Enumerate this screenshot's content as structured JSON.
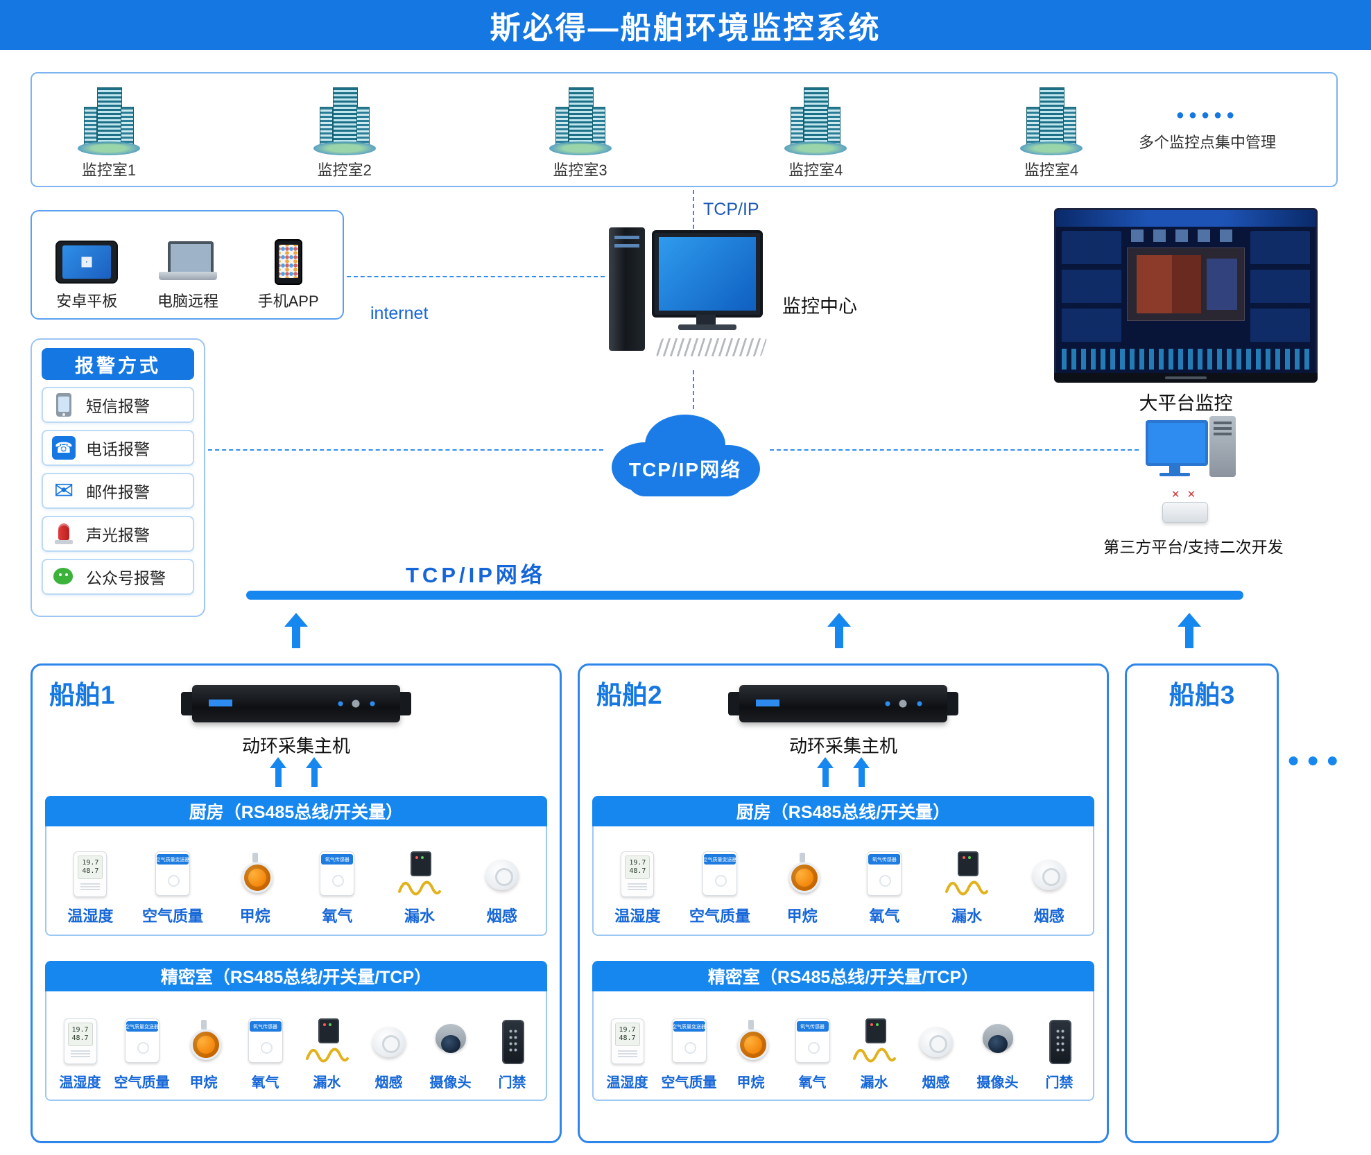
{
  "title": "斯必得—船舶环境监控系统",
  "colors": {
    "primary_blue": "#1577e1",
    "bright_blue": "#1787f0",
    "label_blue": "#1566d8",
    "cloud_blue": "#1b7ce8"
  },
  "monitor_rooms": {
    "buildings": [
      {
        "label": "监控室1"
      },
      {
        "label": "监控室2"
      },
      {
        "label": "监控室3"
      },
      {
        "label": "监控室4"
      },
      {
        "label": "监控室4"
      }
    ],
    "dots": "●●●●●",
    "note": "多个监控点集中管理"
  },
  "clients": {
    "items": [
      {
        "label": "安卓平板",
        "icon": "tablet-icon"
      },
      {
        "label": "电脑远程",
        "icon": "laptop-icon"
      },
      {
        "label": "手机APP",
        "icon": "phone-icon"
      }
    ]
  },
  "labels": {
    "tcpip": "TCP/IP",
    "internet": "internet",
    "monitor_center": "监控中心",
    "big_platform": "大平台监控",
    "cloud": "TCP/IP网络",
    "bus": "TCP/IP网络",
    "third_party": "第三方平台/支持二次开发"
  },
  "alarm_panel": {
    "header": "报警方式",
    "items": [
      {
        "label": "短信报警",
        "icon": "sms-alarm-icon"
      },
      {
        "label": "电话报警",
        "icon": "phone-alarm-icon"
      },
      {
        "label": "邮件报警",
        "icon": "mail-alarm-icon"
      },
      {
        "label": "声光报警",
        "icon": "sound-light-alarm-icon"
      },
      {
        "label": "公众号报警",
        "icon": "wechat-alarm-icon"
      }
    ]
  },
  "icons": {
    "temp_lcd_line1": "19.7",
    "temp_lcd_line2": "48.7"
  },
  "ships": [
    {
      "name": "船舶1",
      "host_label": "动环采集主机",
      "kitchen": {
        "title": "厨房（RS485总线/开关量）",
        "sensors": [
          {
            "label": "温湿度",
            "icon": "temp-humidity-icon"
          },
          {
            "label": "空气质量",
            "icon": "air-quality-icon",
            "band": "空气质量变送器"
          },
          {
            "label": "甲烷",
            "icon": "methane-icon"
          },
          {
            "label": "氧气",
            "icon": "oxygen-icon",
            "band": "氧气传感器"
          },
          {
            "label": "漏水",
            "icon": "leak-icon"
          },
          {
            "label": "烟感",
            "icon": "smoke-icon"
          }
        ]
      },
      "precision": {
        "title": "精密室（RS485总线/开关量/TCP）",
        "sensors": [
          {
            "label": "温湿度",
            "icon": "temp-humidity-icon"
          },
          {
            "label": "空气质量",
            "icon": "air-quality-icon",
            "band": "空气质量变送器"
          },
          {
            "label": "甲烷",
            "icon": "methane-icon"
          },
          {
            "label": "氧气",
            "icon": "oxygen-icon",
            "band": "氧气传感器"
          },
          {
            "label": "漏水",
            "icon": "leak-icon"
          },
          {
            "label": "烟感",
            "icon": "smoke-icon"
          },
          {
            "label": "摄像头",
            "icon": "camera-icon"
          },
          {
            "label": "门禁",
            "icon": "door-access-icon"
          }
        ]
      }
    },
    {
      "name": "船舶2",
      "host_label": "动环采集主机",
      "kitchen": {
        "title": "厨房（RS485总线/开关量）",
        "sensors": [
          {
            "label": "温湿度",
            "icon": "temp-humidity-icon"
          },
          {
            "label": "空气质量",
            "icon": "air-quality-icon",
            "band": "空气质量变送器"
          },
          {
            "label": "甲烷",
            "icon": "methane-icon"
          },
          {
            "label": "氧气",
            "icon": "oxygen-icon",
            "band": "氧气传感器"
          },
          {
            "label": "漏水",
            "icon": "leak-icon"
          },
          {
            "label": "烟感",
            "icon": "smoke-icon"
          }
        ]
      },
      "precision": {
        "title": "精密室（RS485总线/开关量/TCP）",
        "sensors": [
          {
            "label": "温湿度",
            "icon": "temp-humidity-icon"
          },
          {
            "label": "空气质量",
            "icon": "air-quality-icon",
            "band": "空气质量变送器"
          },
          {
            "label": "甲烷",
            "icon": "methane-icon"
          },
          {
            "label": "氧气",
            "icon": "oxygen-icon",
            "band": "氧气传感器"
          },
          {
            "label": "漏水",
            "icon": "leak-icon"
          },
          {
            "label": "烟感",
            "icon": "smoke-icon"
          },
          {
            "label": "摄像头",
            "icon": "camera-icon"
          },
          {
            "label": "门禁",
            "icon": "door-access-icon"
          }
        ]
      }
    }
  ],
  "ship3": {
    "name": "船舶3"
  },
  "ellipsis": "●●●"
}
